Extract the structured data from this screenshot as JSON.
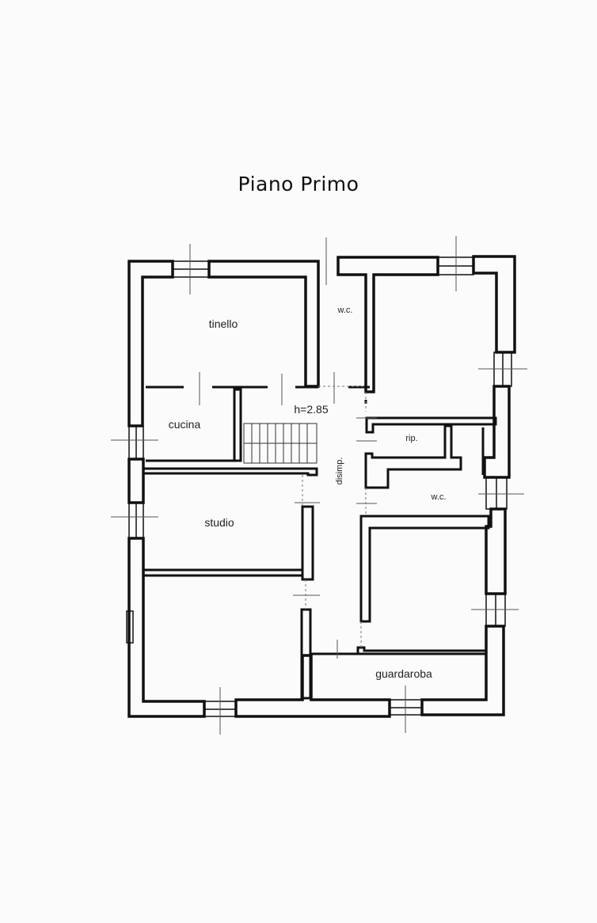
{
  "title": "Piano Primo",
  "rooms": {
    "tinello": "tinello",
    "cucina": "cucina",
    "studio": "studio",
    "wc_top": "w.c.",
    "wc_right": "w.c.",
    "rip": "rip.",
    "disimp": "disimp.",
    "guardaroba": "guardaroba"
  },
  "height_note": "h=2.85",
  "colors": {
    "wall": "#111111",
    "guide": "#888888",
    "background": "#fbfbfb"
  }
}
